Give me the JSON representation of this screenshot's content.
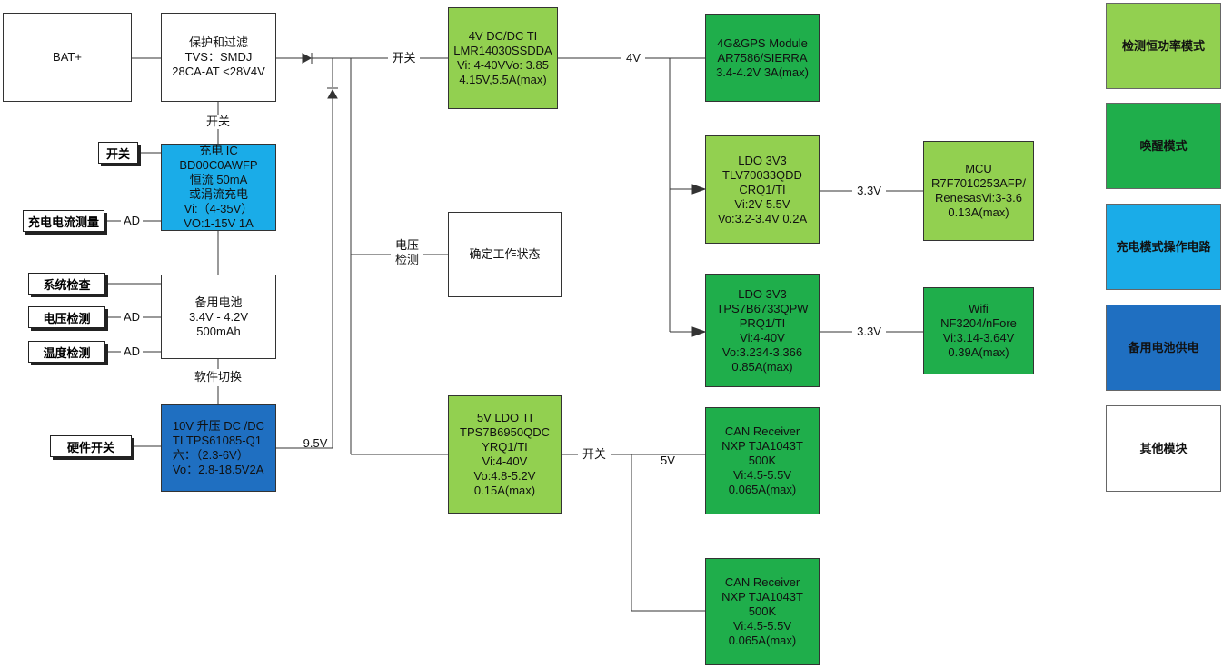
{
  "blocks": {
    "bat": "BAT+",
    "protect": "保护和过滤\nTVS：SMDJ\n28CA-AT <28V4V",
    "charge_ic": "充电 IC\nBD00C0AWFP\n恒流 50mA\n或涓流充电\nVi:（4-35V）\nVO:1-15V 1A",
    "backup_bat": "备用电池\n3.4V - 4.2V\n500mAh",
    "boost": "10V 升压 DC /DC\nTI TPS61085-Q1\n六：（2.3-6V）\nVo：2.8-18.5V2A",
    "dcdc_4v": "4V DC/DC   TI\nLMR14030SSDDA\nVi: 4-40VVo: 3.85\n4.15V,5.5A(max)",
    "state": "确定工作状态",
    "ldo_5v": "5V LDO TI\nTPS7B6950QDC\nYRQ1/TI\nVi:4-40V\nVo:4.8-5.2V\n0.15A(max)",
    "gps": "4G&GPS Module\nAR7586/SIERRA\n3.4-4.2V 3A(max)",
    "ldo1": "LDO 3V3\nTLV70033QDD\nCRQ1/TI\nVi:2V-5.5V\nVo:3.2-3.4V 0.2A",
    "ldo2": "LDO 3V3\nTPS7B6733QPW\nPRQ1/TI\nVi:4-40V\nVo:3.234-3.366\n0.85A(max)",
    "can1": "CAN Receiver\nNXP TJA1043T\n500K\nVi:4.5-5.5V\n0.065A(max)",
    "can2": "CAN Receiver\nNXP TJA1043T\n500K\nVi:4.5-5.5V\n0.065A(max)",
    "mcu": "MCU\nR7F7010253AFP/\nRenesasVi:3-3.6\n0.13A(max)",
    "wifi": "Wifi\nNF3204/nFore\nVi:3.14-3.64V\n0.39A(max)"
  },
  "tags": {
    "switch": "开关",
    "charge_current": "充电电流测量",
    "sys_check": "系统检查",
    "volt_detect": "电压检测",
    "temp_detect": "温度检测",
    "hw_switch": "硬件开关"
  },
  "labels": {
    "switch_top": "开关",
    "switch_mid": "开关",
    "switch_5v": "开关",
    "ad1": "AD",
    "ad2": "AD",
    "ad3": "AD",
    "sw_switch": "软件切换",
    "v95": "9.5V",
    "v4": "4V",
    "v33a": "3.3V",
    "v33b": "3.3V",
    "v5": "5V",
    "volt_det": "电压\n检测"
  },
  "legend": [
    {
      "label": "检测恒功率模式",
      "color": "#92d050"
    },
    {
      "label": "唤醒模式",
      "color": "#1fae4b"
    },
    {
      "label": "充电模式操作电路",
      "color": "#1aace8"
    },
    {
      "label": "备用电池供电",
      "color": "#1f6fc1"
    },
    {
      "label": "其他模块",
      "color": "#ffffff"
    }
  ]
}
